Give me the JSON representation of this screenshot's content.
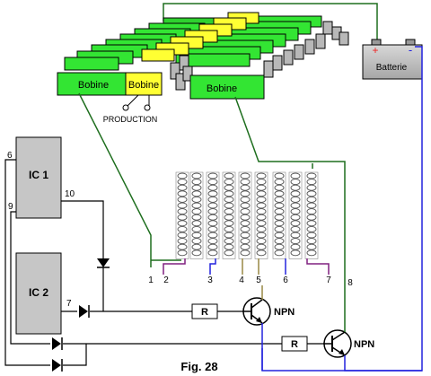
{
  "figure": {
    "caption": "Fig. 28"
  },
  "coils": {
    "left_label": "Bobine",
    "middle_label": "Bobine",
    "right_label": "Bobine",
    "production_label": "PRODUCTION"
  },
  "battery": {
    "label": "Batterie",
    "plus": "+",
    "minus": "-"
  },
  "ics": {
    "ic1": {
      "label": "IC 1",
      "pins": [
        "6",
        "9",
        "10"
      ]
    },
    "ic2": {
      "label": "IC 2",
      "pins": [
        "7"
      ]
    }
  },
  "coil_pins": [
    "1",
    "2",
    "3",
    "4",
    "5",
    "6",
    "7",
    "8"
  ],
  "resistors": {
    "r1": "R",
    "r2": "R"
  },
  "transistors": {
    "t1": "NPN",
    "t2": "NPN"
  },
  "colors": {
    "coil_green": "#33e533",
    "coil_yellow": "#ffff33",
    "wire_green": "#1e6e1e",
    "wire_blue": "#2222dd",
    "wire_purple": "#802080",
    "wire_olive": "#998844",
    "ic_gray": "#c6c6c6"
  }
}
